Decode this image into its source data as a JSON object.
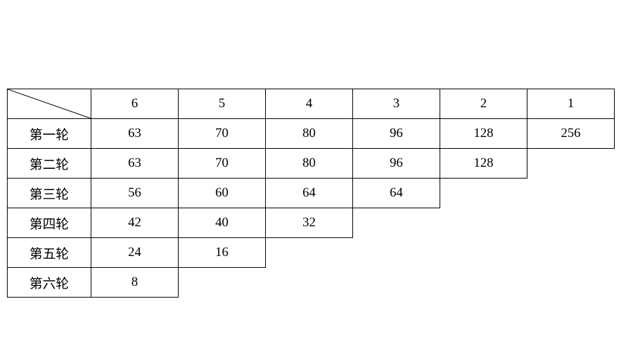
{
  "table": {
    "corner_label": "",
    "column_headers": [
      "6",
      "5",
      "4",
      "3",
      "2",
      "1"
    ],
    "rows": [
      {
        "label": "第一轮",
        "values": [
          "63",
          "70",
          "80",
          "96",
          "128",
          "256"
        ]
      },
      {
        "label": "第二轮",
        "values": [
          "63",
          "70",
          "80",
          "96",
          "128"
        ]
      },
      {
        "label": "第三轮",
        "values": [
          "56",
          "60",
          "64",
          "64"
        ]
      },
      {
        "label": "第四轮",
        "values": [
          "42",
          "40",
          "32"
        ]
      },
      {
        "label": "第五轮",
        "values": [
          "24",
          "16"
        ]
      },
      {
        "label": "第六轮",
        "values": [
          "8"
        ]
      }
    ],
    "border_color": "#000000",
    "background_color": "#ffffff",
    "text_color": "#000000"
  },
  "chart_data": {
    "type": "table",
    "title": "",
    "corner_label": "",
    "columns": [
      "6",
      "5",
      "4",
      "3",
      "2",
      "1"
    ],
    "row_labels": [
      "第一轮",
      "第二轮",
      "第三轮",
      "第四轮",
      "第五轮",
      "第六轮"
    ],
    "rows": [
      [
        63,
        70,
        80,
        96,
        128,
        256
      ],
      [
        63,
        70,
        80,
        96,
        128,
        null
      ],
      [
        56,
        60,
        64,
        64,
        null,
        null
      ],
      [
        42,
        40,
        32,
        null,
        null,
        null
      ],
      [
        24,
        16,
        null,
        null,
        null,
        null
      ],
      [
        8,
        null,
        null,
        null,
        null,
        null
      ]
    ],
    "layout": "staircase-lower-triangular",
    "grid": true
  }
}
